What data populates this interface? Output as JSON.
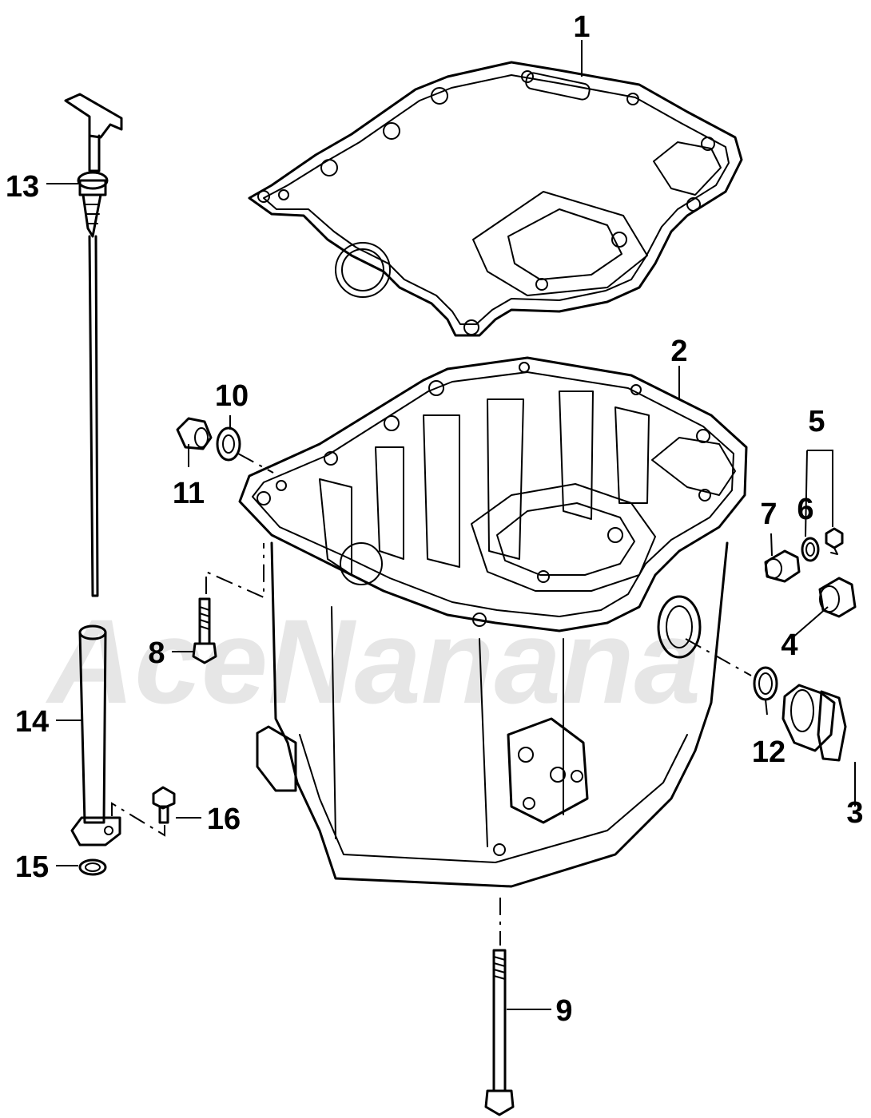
{
  "watermark": "AceNanana",
  "callouts": [
    {
      "id": "1",
      "label": "1"
    },
    {
      "id": "2",
      "label": "2"
    },
    {
      "id": "3",
      "label": "3"
    },
    {
      "id": "4",
      "label": "4"
    },
    {
      "id": "5",
      "label": "5"
    },
    {
      "id": "6",
      "label": "6"
    },
    {
      "id": "7",
      "label": "7"
    },
    {
      "id": "8",
      "label": "8"
    },
    {
      "id": "9",
      "label": "9"
    },
    {
      "id": "10",
      "label": "10"
    },
    {
      "id": "11",
      "label": "11"
    },
    {
      "id": "12",
      "label": "12"
    },
    {
      "id": "13",
      "label": "13"
    },
    {
      "id": "14",
      "label": "14"
    },
    {
      "id": "15",
      "label": "15"
    },
    {
      "id": "16",
      "label": "16"
    }
  ]
}
